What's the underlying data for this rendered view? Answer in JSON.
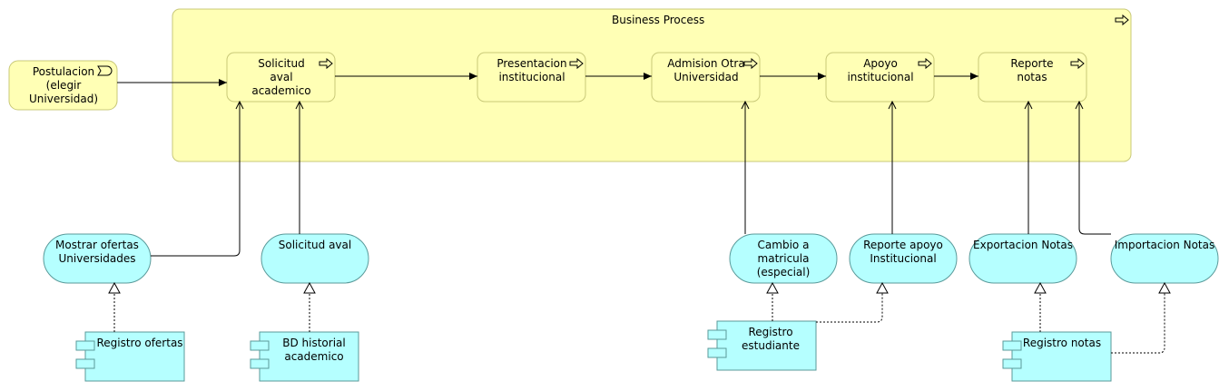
{
  "group": {
    "title": "Business Process"
  },
  "trigger": {
    "label": "Postulacion (elegir Universidad)"
  },
  "processes": [
    {
      "id": "p1",
      "label": "Solicitud aval academico"
    },
    {
      "id": "p2",
      "label": "Presentacion institucional"
    },
    {
      "id": "p3",
      "label": "Admision Otra Universidad"
    },
    {
      "id": "p4",
      "label": "Apoyo institucional"
    },
    {
      "id": "p5",
      "label": "Reporte notas"
    }
  ],
  "services": [
    {
      "id": "s1",
      "label": "Mostrar ofertas Universidades"
    },
    {
      "id": "s2",
      "label": "Solicitud aval"
    },
    {
      "id": "s3",
      "label": "Cambio a matricula (especial)"
    },
    {
      "id": "s4",
      "label": "Reporte apoyo Institucional"
    },
    {
      "id": "s5",
      "label": "Exportacion Notas"
    },
    {
      "id": "s6",
      "label": "Importacion Notas"
    }
  ],
  "components": [
    {
      "id": "c1",
      "label": "Registro ofertas"
    },
    {
      "id": "c2",
      "label": "BD historial academico"
    },
    {
      "id": "c3",
      "label": "Registro estudiante"
    },
    {
      "id": "c4",
      "label": "Registro notas"
    }
  ],
  "colors": {
    "business_fill": "#ffffb5",
    "business_stroke": "#c8c878",
    "application_fill": "#b5ffff",
    "application_stroke": "#5a9a9a",
    "line": "#000000"
  }
}
